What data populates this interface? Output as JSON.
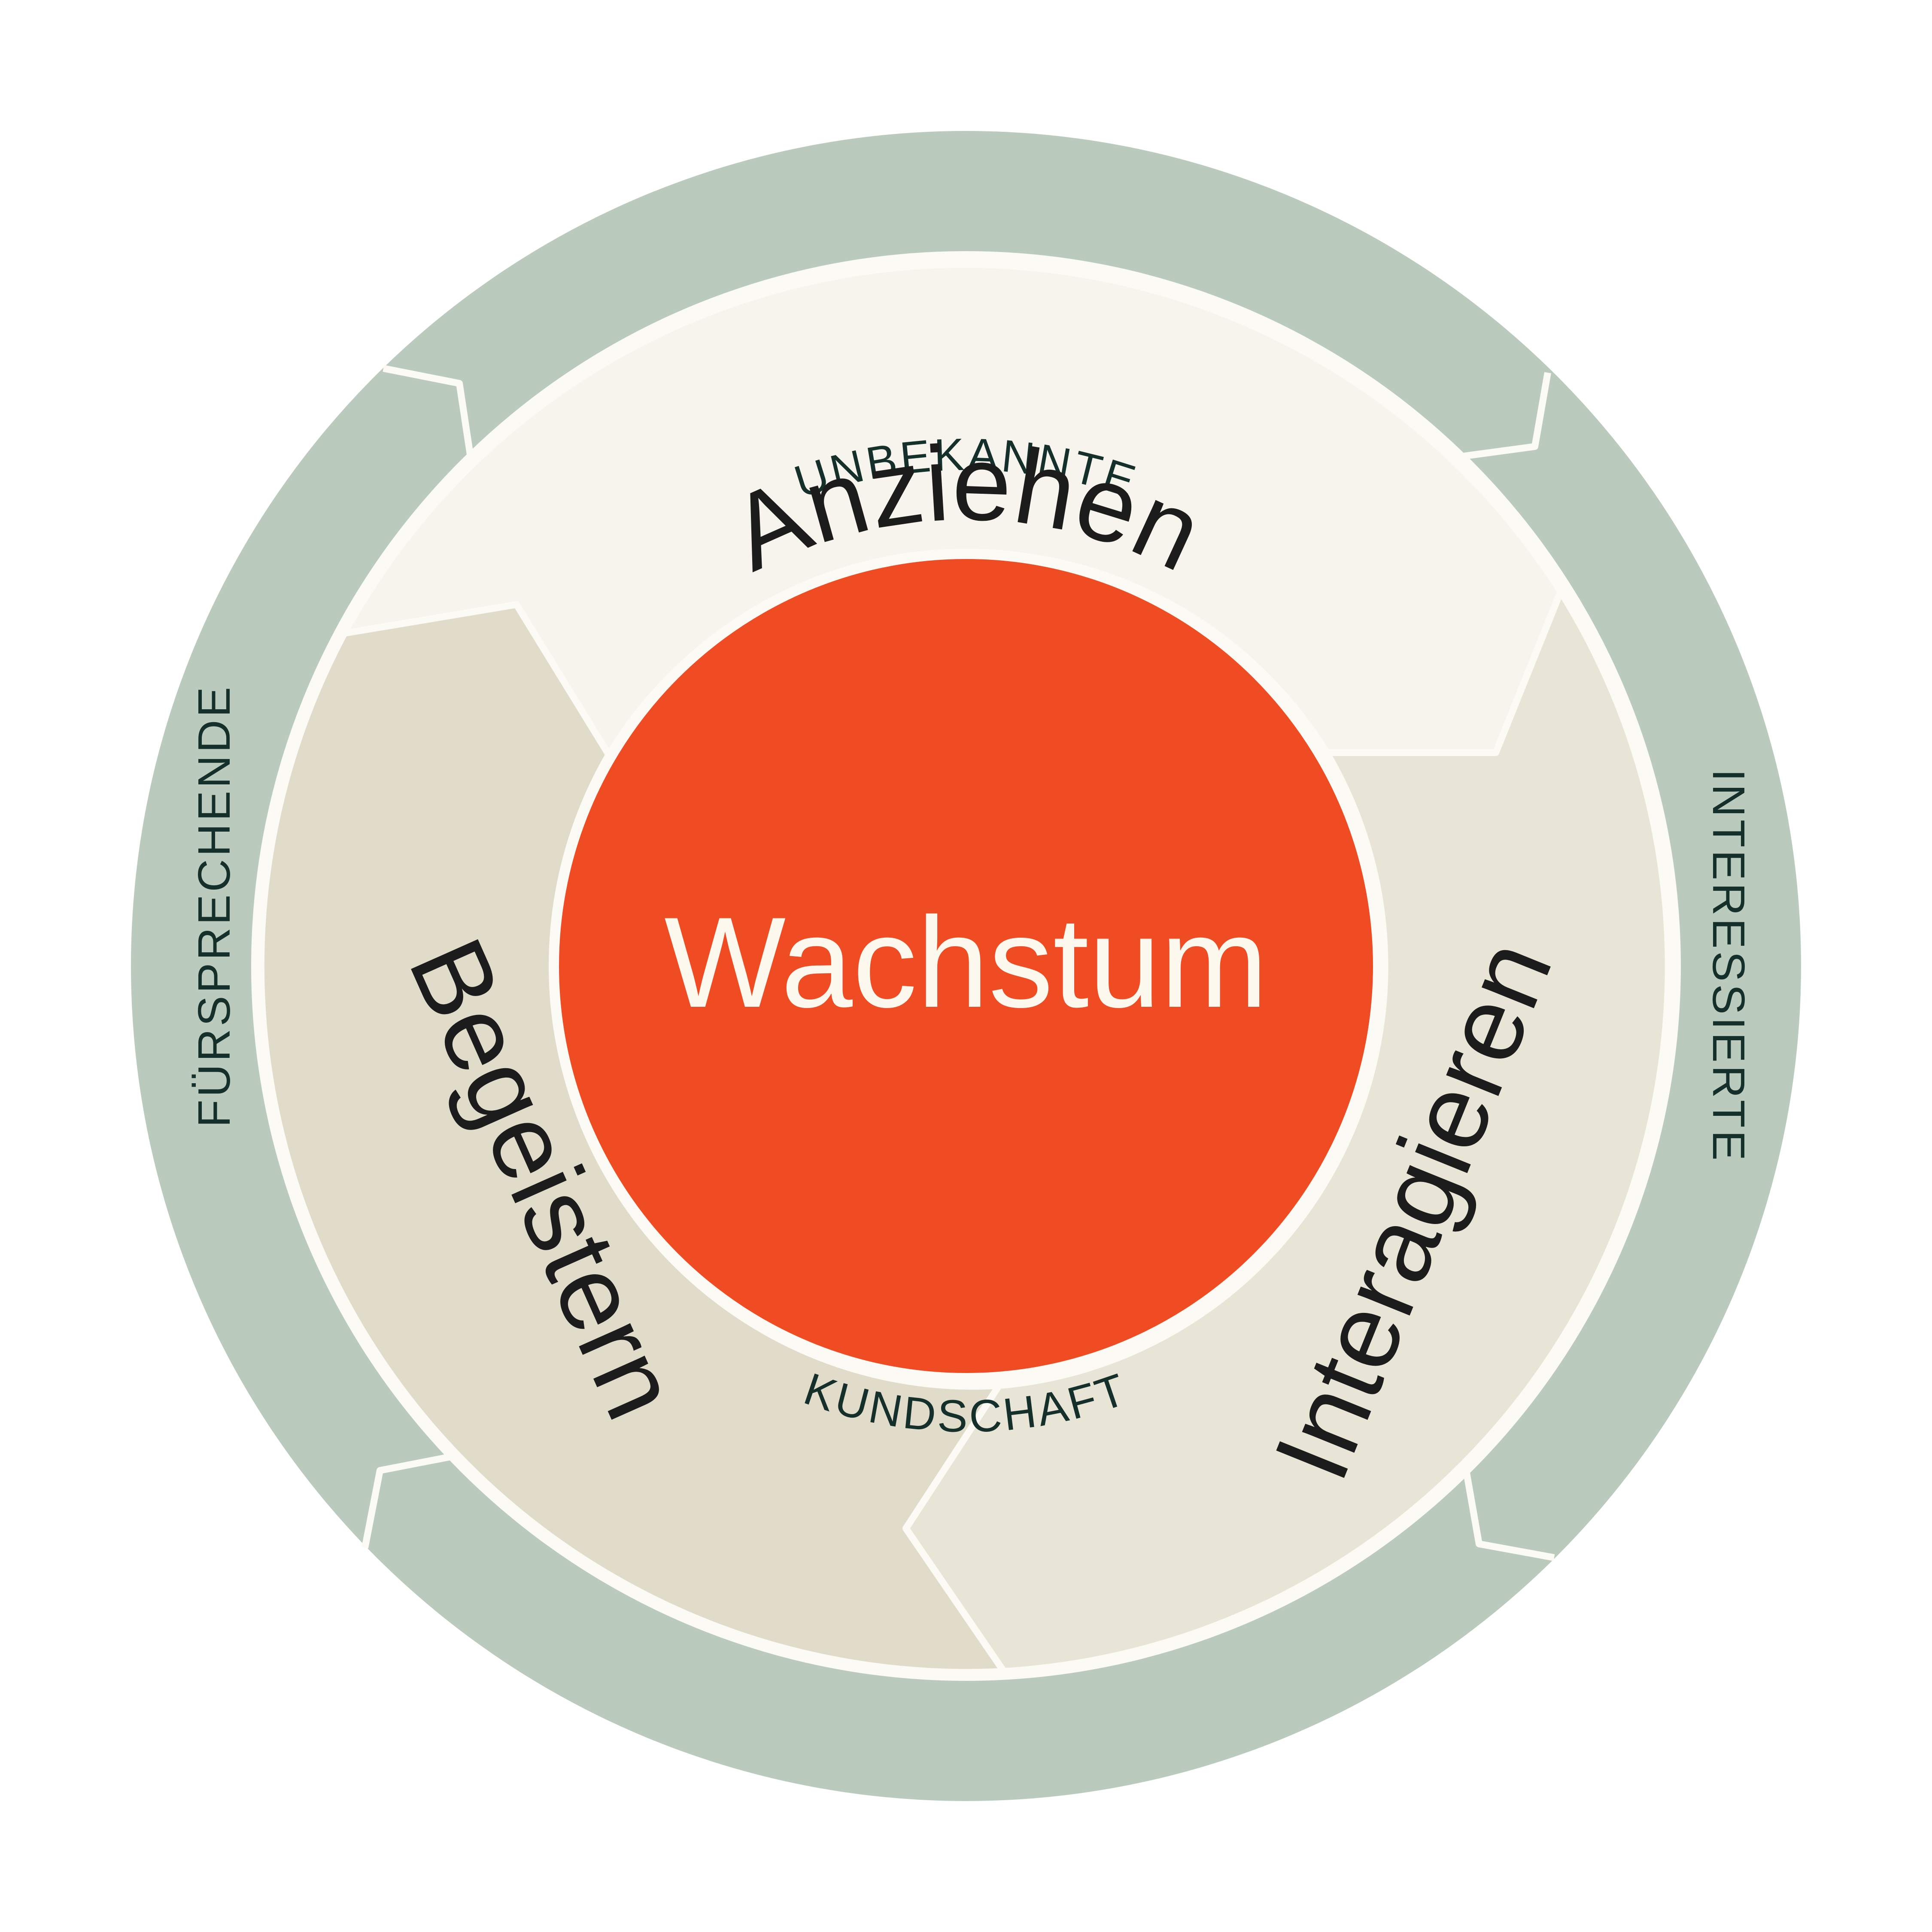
{
  "colors": {
    "outer_ring": "#bacbbe",
    "divider": "#fbfaf4",
    "anziehen_fill": "#f6f4ec",
    "begeistern_fill": "#e1dcc9",
    "interagieren_fill": "#e8e5d7",
    "center_fill": "#ef4c24",
    "center_text": "#fdf8ee",
    "dark_text": "#15302b"
  },
  "outer_ring": {
    "top": "UNBEKANNTE",
    "right": "INTERESSIERTE",
    "bottom": "KUNDSCHAFT",
    "left": "FÜRSPRECHENDE"
  },
  "stages": {
    "anziehen": "Anziehen",
    "interagieren": "Interagieren",
    "begeistern": "Begeistern"
  },
  "center": {
    "label": "Wachstum"
  }
}
